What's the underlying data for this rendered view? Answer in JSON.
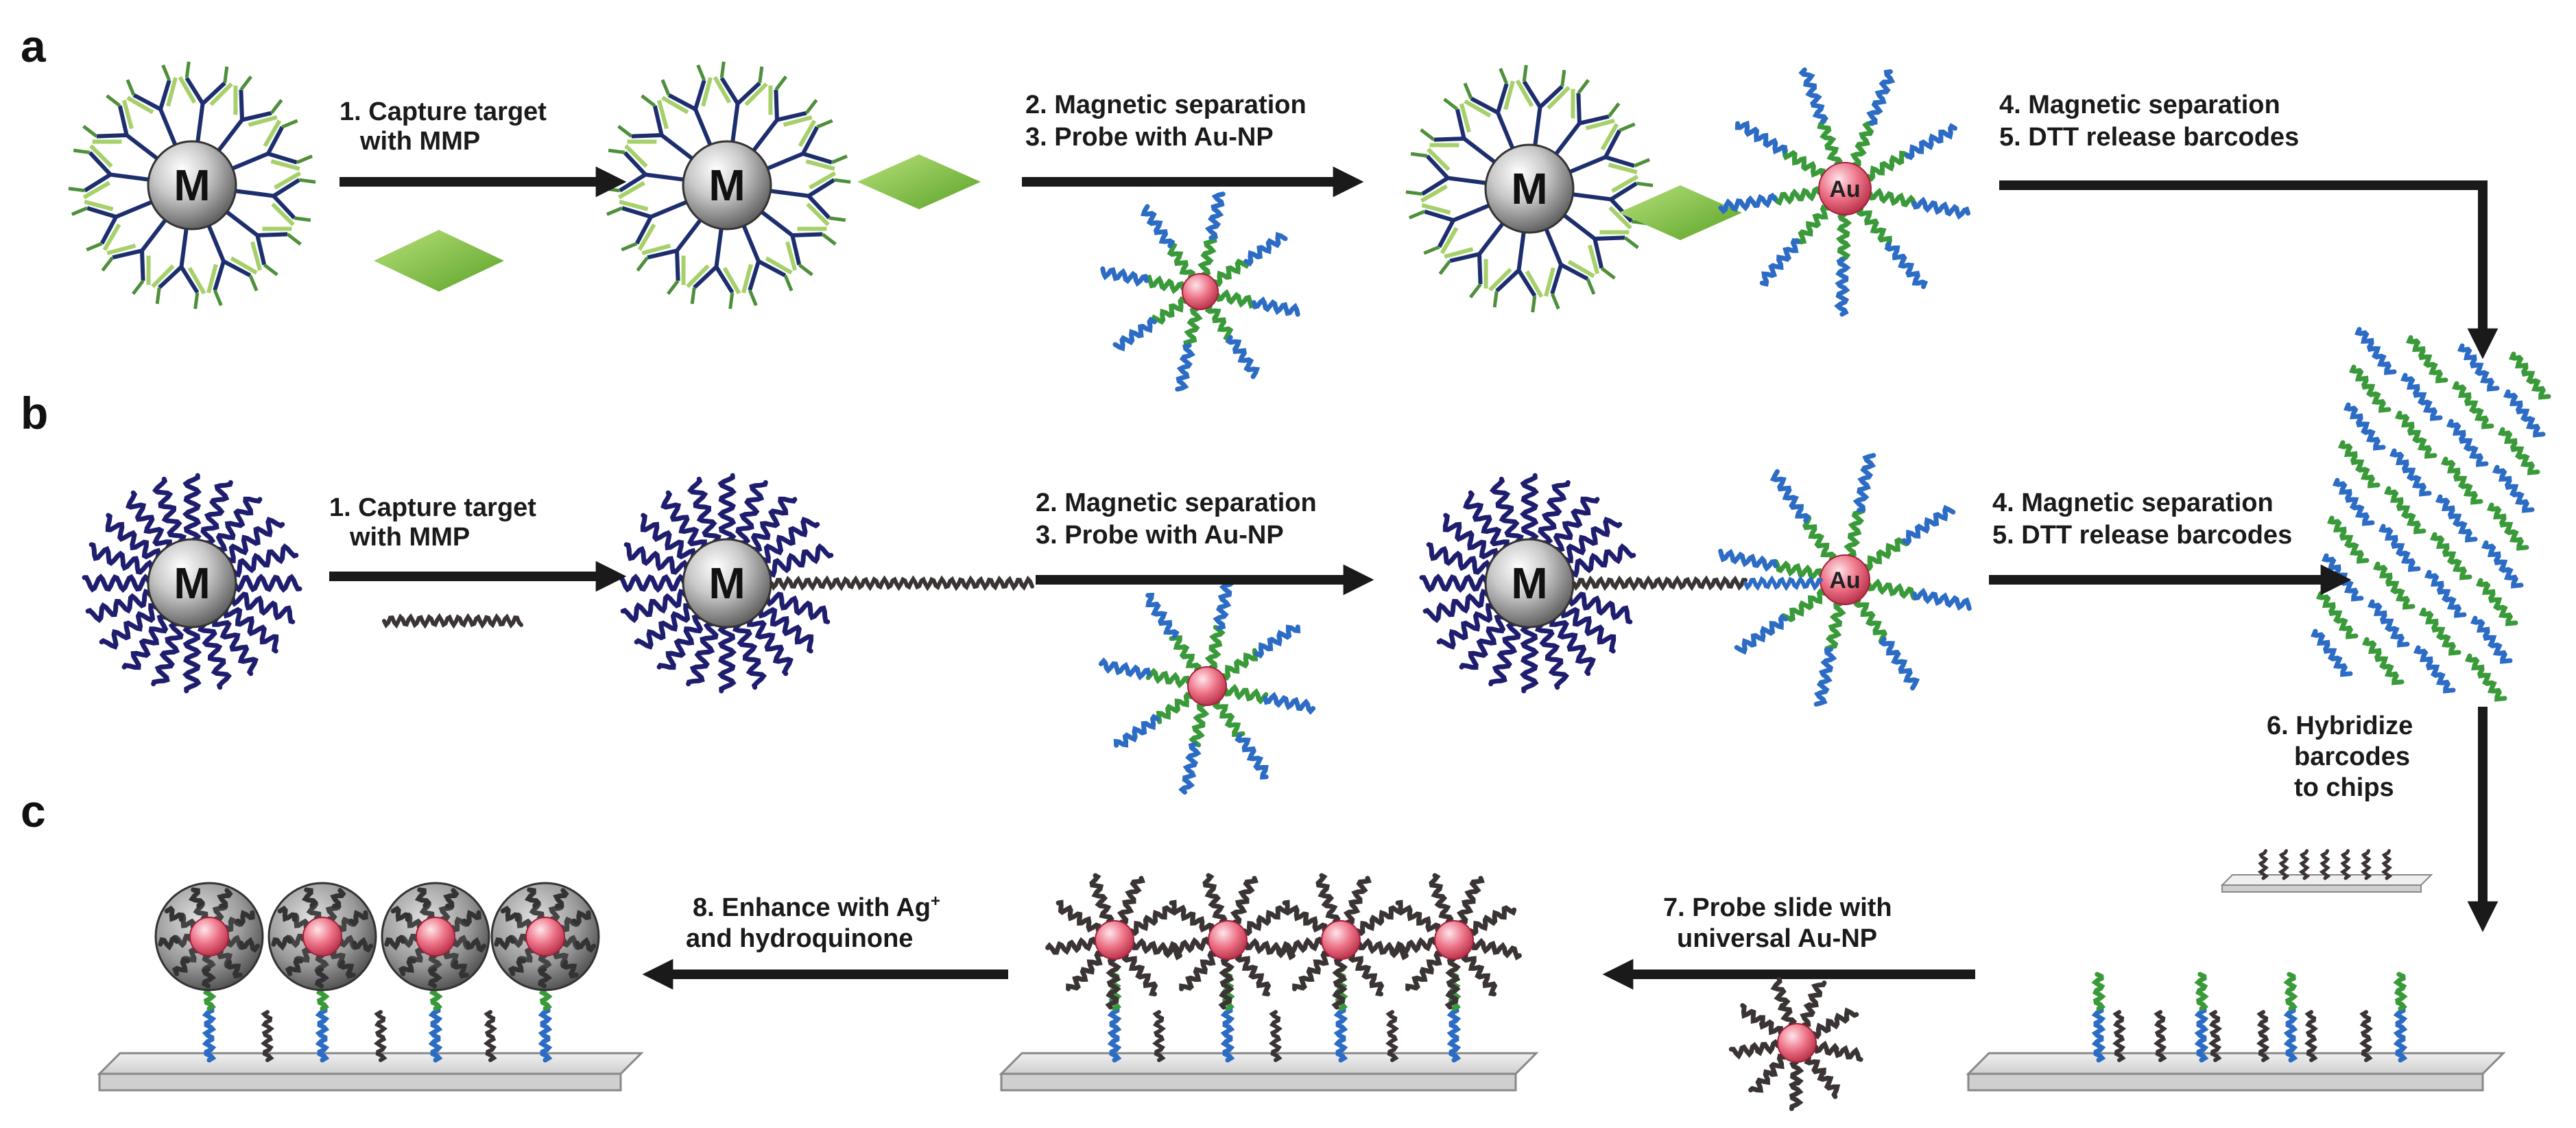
{
  "panels": {
    "a": "a",
    "b": "b",
    "c": "c"
  },
  "labels": {
    "bead": "M",
    "gold": "Au"
  },
  "row_a": {
    "step1_line1": "1. Capture target",
    "step1_line2": "with MMP",
    "step23_line1": "2. Magnetic separation",
    "step23_line2": "3. Probe with Au-NP",
    "step45_line1": "4. Magnetic separation",
    "step45_line2": "5. DTT release barcodes"
  },
  "row_b": {
    "step1_line1": "1. Capture target",
    "step1_line2": "with MMP",
    "step23_line1": "2. Magnetic separation",
    "step23_line2": "3. Probe with Au-NP",
    "step45_line1": "4. Magnetic separation",
    "step45_line2": "5. DTT release barcodes"
  },
  "row_c": {
    "step6_line1": "6. Hybridize",
    "step6_line2": "barcodes",
    "step6_line3": "to chips",
    "step7_line1": "7. Probe slide with",
    "step7_line2": "universal Au-NP",
    "step8_line1": "8. Enhance with Ag",
    "step8_sup": "+",
    "step8_line2": "and hydroquinone"
  },
  "colors": {
    "antibody_light": "#a6d06a",
    "antibody_dark": "#1d2e6e",
    "dna_navy": "#1f1d6e",
    "dna_blue": "#2c6cc4",
    "dna_green": "#3a9a3a",
    "dna_dark": "#3b3434",
    "target": "#7ec242",
    "gold_particle": "#e8667a",
    "arrow": "#1a1a1a",
    "slide": "#d8d8d8"
  }
}
